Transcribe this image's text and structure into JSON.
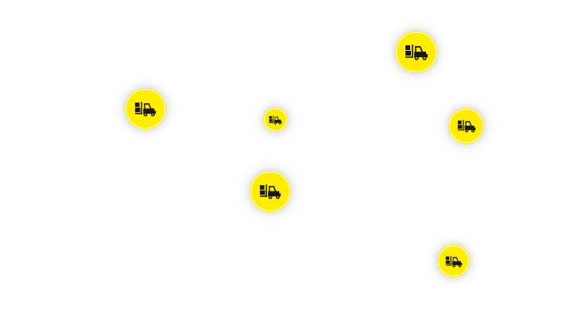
{
  "map": {
    "background_color": "#ffffff",
    "markers": [
      {
        "id": "m1",
        "icon": "forklift-icon",
        "color": "#ffed00"
      },
      {
        "id": "m2",
        "icon": "forklift-icon",
        "color": "#ffed00"
      },
      {
        "id": "m3",
        "icon": "forklift-icon",
        "color": "#ffed00"
      },
      {
        "id": "m4",
        "icon": "forklift-icon",
        "color": "#ffed00"
      },
      {
        "id": "m5",
        "icon": "forklift-icon",
        "color": "#ffed00"
      },
      {
        "id": "m6",
        "icon": "forklift-icon",
        "color": "#ffed00"
      }
    ],
    "icon_color": "#1a1a1a"
  }
}
